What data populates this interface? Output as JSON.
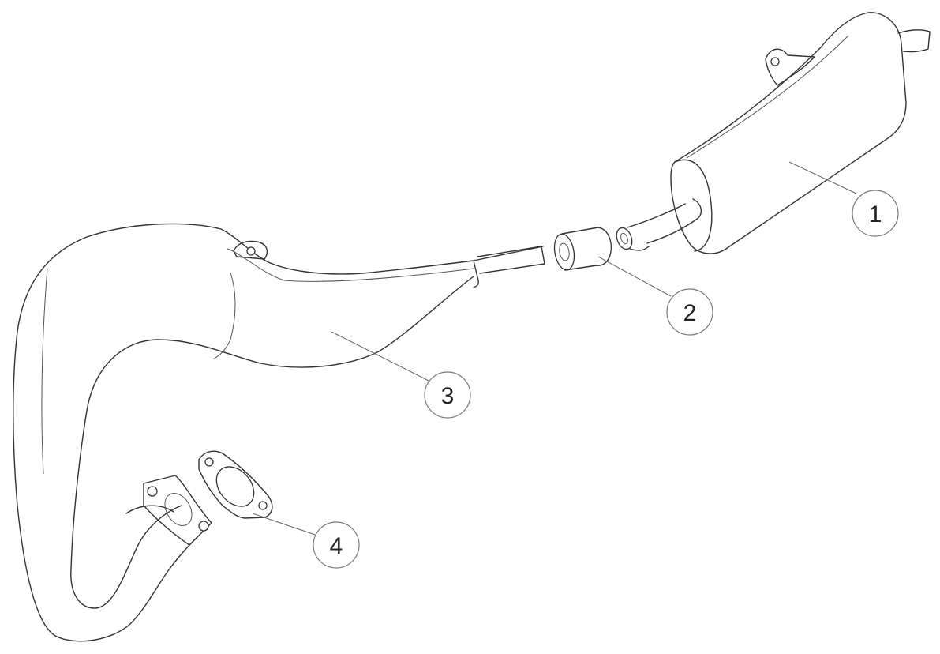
{
  "callouts": [
    {
      "id": "1",
      "label": "1"
    },
    {
      "id": "2",
      "label": "2"
    },
    {
      "id": "3",
      "label": "3"
    },
    {
      "id": "4",
      "label": "4"
    }
  ],
  "parts": [
    {
      "callout": "1",
      "icon": "silencer-icon"
    },
    {
      "callout": "2",
      "icon": "coupling-sleeve-icon"
    },
    {
      "callout": "3",
      "icon": "expansion-chamber-icon"
    },
    {
      "callout": "4",
      "icon": "exhaust-gasket-icon"
    }
  ],
  "colors": {
    "line": "#333333",
    "background": "#ffffff",
    "callout_border": "#777777"
  }
}
